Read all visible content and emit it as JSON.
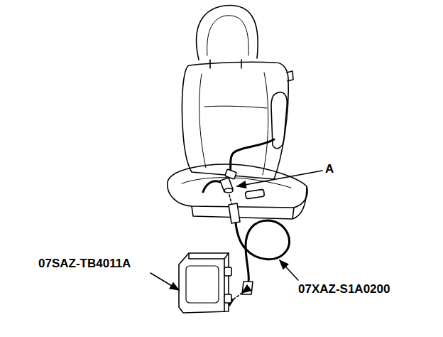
{
  "diagram": {
    "labels": [
      "A",
      "07SAZ-TB4011A",
      "07XAZ-S1A0200"
    ]
  }
}
